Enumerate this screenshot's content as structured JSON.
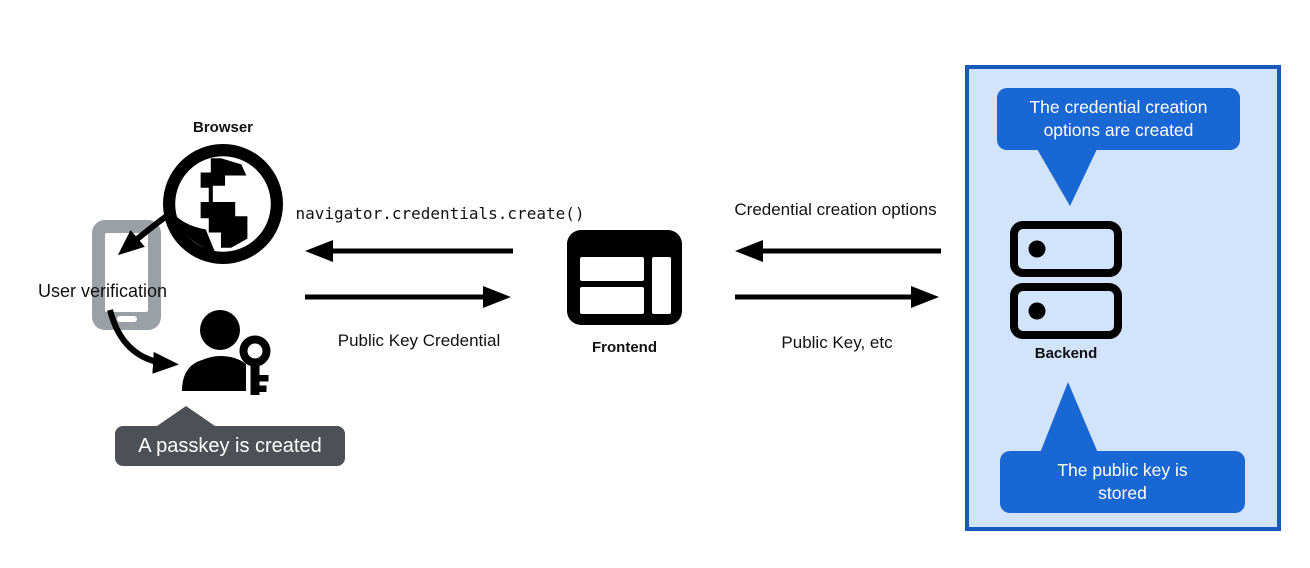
{
  "colors": {
    "accent_blue": "#1967d2",
    "panel_fill": "#d2e3fc",
    "panel_border": "#185abc",
    "tooltip_gray": "#4d5156",
    "phone_gray": "#9aa0a6",
    "arrow_black": "#000000"
  },
  "browser": {
    "label": "Browser"
  },
  "user_verification": {
    "label": "User verification"
  },
  "passkey_tooltip": {
    "text": "A passkey is created"
  },
  "frontend": {
    "label": "Frontend"
  },
  "backend": {
    "label": "Backend"
  },
  "flows": {
    "api_call": "navigator.credentials.create()",
    "public_key_credential": "Public Key Credential",
    "credential_creation_options": "Credential creation options",
    "public_key_etc": "Public Key, etc"
  },
  "backend_callouts": {
    "top": "The credential creation options are created",
    "bottom": "The public key is stored"
  },
  "icons": {
    "browser": "globe-icon",
    "verification_device": "smartphone-icon",
    "user": "person-with-key-icon",
    "frontend": "browser-window-icon",
    "backend": "server-stack-icon"
  }
}
